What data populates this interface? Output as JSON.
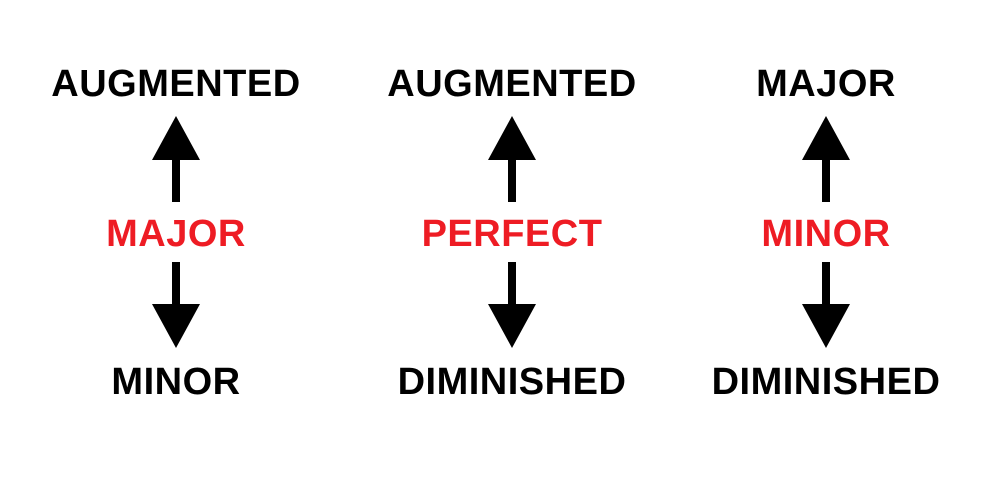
{
  "colors": {
    "text": "#000000",
    "center": "#ee1c24",
    "arrow": "#000000",
    "background": "#ffffff"
  },
  "columns": [
    {
      "top": "AUGMENTED",
      "center": "MAJOR",
      "bottom": "MINOR"
    },
    {
      "top": "AUGMENTED",
      "center": "PERFECT",
      "bottom": "DIMINISHED"
    },
    {
      "top": "MAJOR",
      "center": "MINOR",
      "bottom": "DIMINISHED"
    }
  ],
  "icons": {
    "up": "arrow-up-icon",
    "down": "arrow-down-icon"
  }
}
